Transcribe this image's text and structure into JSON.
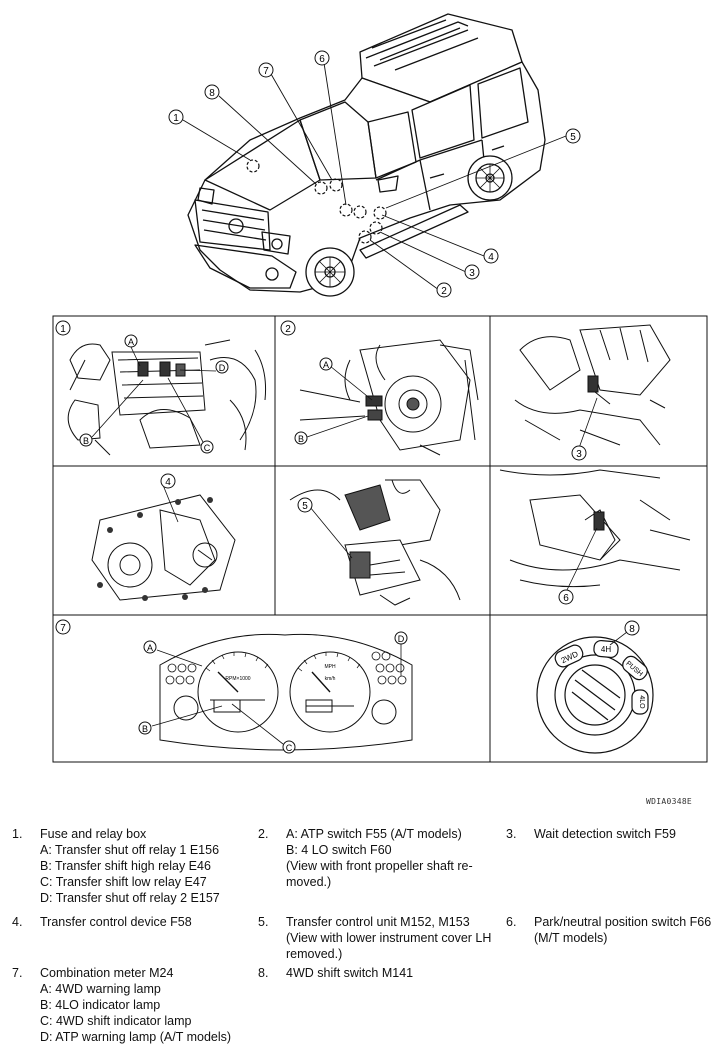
{
  "reference_code": "WDIA0348E",
  "callouts": [
    "1",
    "2",
    "3",
    "4",
    "5",
    "6",
    "7",
    "8"
  ],
  "letters": [
    "A",
    "B",
    "C",
    "D"
  ],
  "meter_labels": {
    "tach": "RPM×1000",
    "speedo": "MPH",
    "speed_unit": "km/h"
  },
  "switch_labels": {
    "two_wd": "2WD",
    "four_h": "4H",
    "push": "PUSH",
    "four_lo": "4LO"
  },
  "legend": [
    {
      "num": "1.",
      "lines": [
        "Fuse and relay box",
        "A: Transfer shut off relay 1 E156",
        "B: Transfer shift high relay E46",
        "C: Transfer shift low relay E47",
        "D: Transfer shut off relay 2 E157"
      ]
    },
    {
      "num": "2.",
      "lines": [
        "A: ATP switch F55 (A/T models)",
        "B: 4 LO switch F60",
        "(View with front propeller shaft re-",
        "moved.)"
      ]
    },
    {
      "num": "3.",
      "lines": [
        "Wait detection switch F59"
      ]
    },
    {
      "num": "4.",
      "lines": [
        "Transfer control device F58"
      ]
    },
    {
      "num": "5.",
      "lines": [
        "Transfer control unit M152, M153",
        "(View with lower instrument cover LH",
        "removed.)"
      ]
    },
    {
      "num": "6.",
      "lines": [
        "Park/neutral position switch F66",
        "(M/T models)"
      ]
    },
    {
      "num": "7.",
      "lines": [
        "Combination meter M24",
        "A: 4WD warning lamp",
        "B: 4LO indicator lamp",
        "C: 4WD shift indicator lamp",
        "D: ATP warning lamp (A/T models)"
      ]
    },
    {
      "num": "8.",
      "lines": [
        "4WD shift switch M141"
      ]
    }
  ]
}
